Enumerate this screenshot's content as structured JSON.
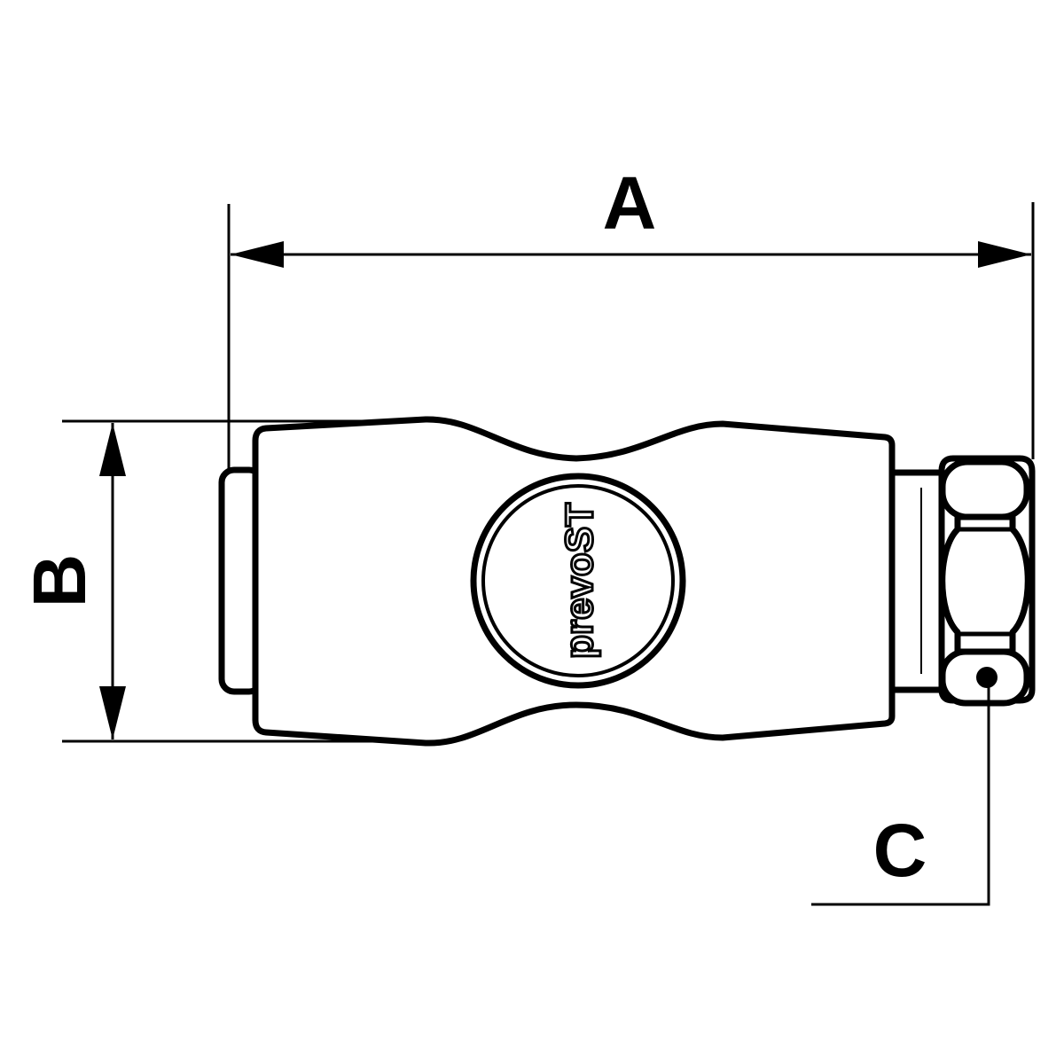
{
  "diagram": {
    "dimensions": {
      "a_label": "A",
      "b_label": "B",
      "c_label": "C"
    },
    "logo_text": "prevoST",
    "colors": {
      "stroke": "#000000",
      "background": "#ffffff"
    }
  }
}
